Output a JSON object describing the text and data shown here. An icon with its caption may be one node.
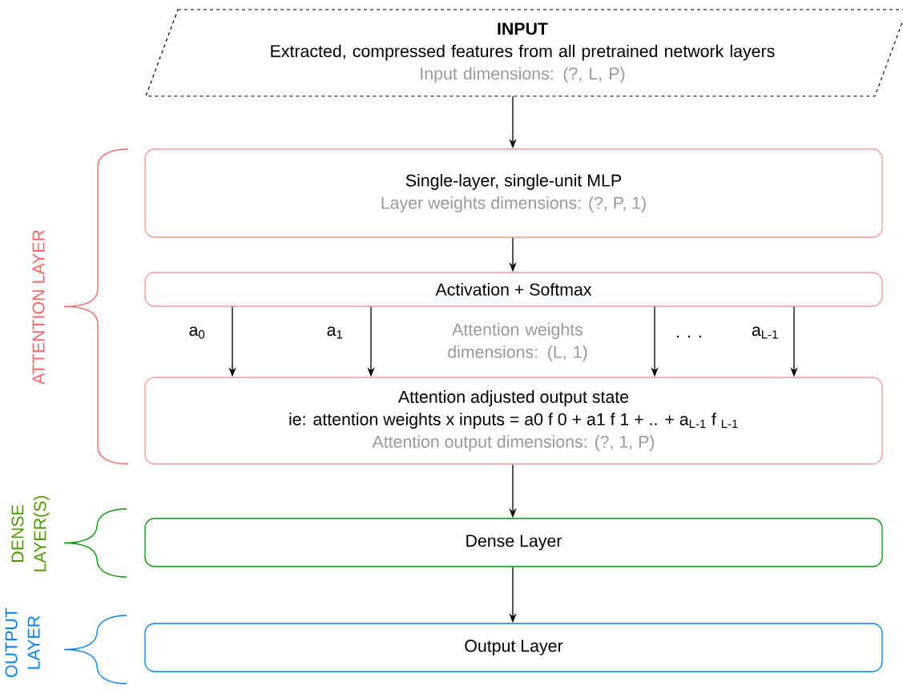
{
  "diagram": {
    "nodes": [
      {
        "text": [
          "INPUT",
          "Extracted, compressed features from all pretrained network layers",
          "Input dimensions: (?, L, P)"
        ]
      },
      {
        "text": [
          "Single-layer, single-unit MLP",
          "Layer weights dimensions: (?, P, 1)"
        ]
      },
      {
        "text": [
          "Activation + Softmax"
        ]
      },
      {
        "text": [
          "Attention adjusted output state",
          "ie: attention weights x inputs = a0 f 0 + a1 f 1 + .. + a$_{L-1}$ f $_{L-1}$",
          "Attention output dimensions: (?, 1, P)"
        ]
      },
      {
        "text": [
          "Dense Layer"
        ]
      },
      {
        "text": [
          "Output Layer"
        ]
      }
    ],
    "edges": [
      {
        "from": 0,
        "to": 1,
        "arrow": "to"
      },
      {
        "from": 1,
        "to": 2,
        "arrow": "to"
      },
      {
        "from": 2,
        "to": 3,
        "arrow": "to",
        "label": "a$_{0}$"
      },
      {
        "from": 2,
        "to": 3,
        "arrow": "to",
        "label": "a$_{1}$"
      },
      {
        "from": 2,
        "to": 3,
        "arrow": "to",
        "label": ". . ."
      },
      {
        "from": 2,
        "to": 3,
        "arrow": "to",
        "label": "a$_{L-1}$"
      },
      {
        "from": 3,
        "to": 4,
        "arrow": "to"
      },
      {
        "from": 4,
        "to": 5,
        "arrow": "to"
      }
    ],
    "labels": [
      "Attention weights dimensions: (L, 1)",
      "ATTENTION LAYER",
      "DENSE LAYER(S)",
      "OUTPUT LAYER"
    ]
  }
}
